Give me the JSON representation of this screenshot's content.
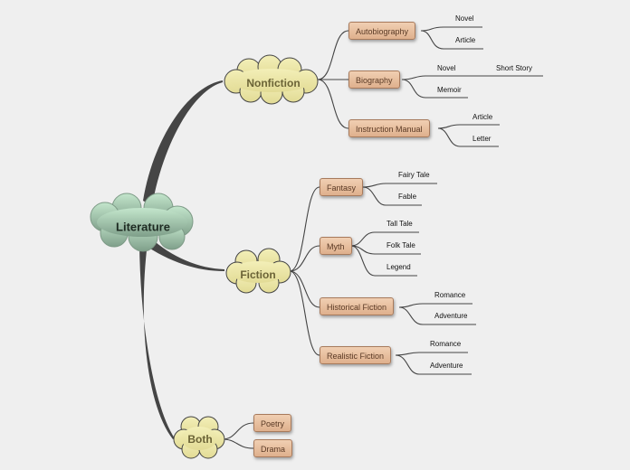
{
  "root": {
    "label": "Literature"
  },
  "branches": [
    {
      "label": "Nonfiction",
      "children": [
        {
          "label": "Autobiography",
          "leaves": [
            "Novel",
            "Article"
          ]
        },
        {
          "label": "Biography",
          "leaves": [
            "Novel",
            "Memoir"
          ],
          "extra_leaf": "Short Story"
        },
        {
          "label": "Instruction Manual",
          "leaves": [
            "Article",
            "Letter"
          ]
        }
      ]
    },
    {
      "label": "Fiction",
      "children": [
        {
          "label": "Fantasy",
          "leaves": [
            "Fairy Tale",
            "Fable"
          ]
        },
        {
          "label": "Myth",
          "leaves": [
            "Tall Tale",
            "Folk Tale",
            "Legend"
          ]
        },
        {
          "label": "Historical Fiction",
          "leaves": [
            "Romance",
            "Adventure"
          ]
        },
        {
          "label": "Realistic Fiction",
          "leaves": [
            "Romance",
            "Adventure"
          ]
        }
      ]
    },
    {
      "label": "Both",
      "children": [
        {
          "label": "Poetry"
        },
        {
          "label": "Drama"
        }
      ]
    }
  ],
  "colors": {
    "background": "#efefef",
    "root_cloud": "#a9cdb4",
    "branch_cloud": "#ebe6a6",
    "topic_box": "#e8bf9f",
    "connector": "#444444"
  }
}
